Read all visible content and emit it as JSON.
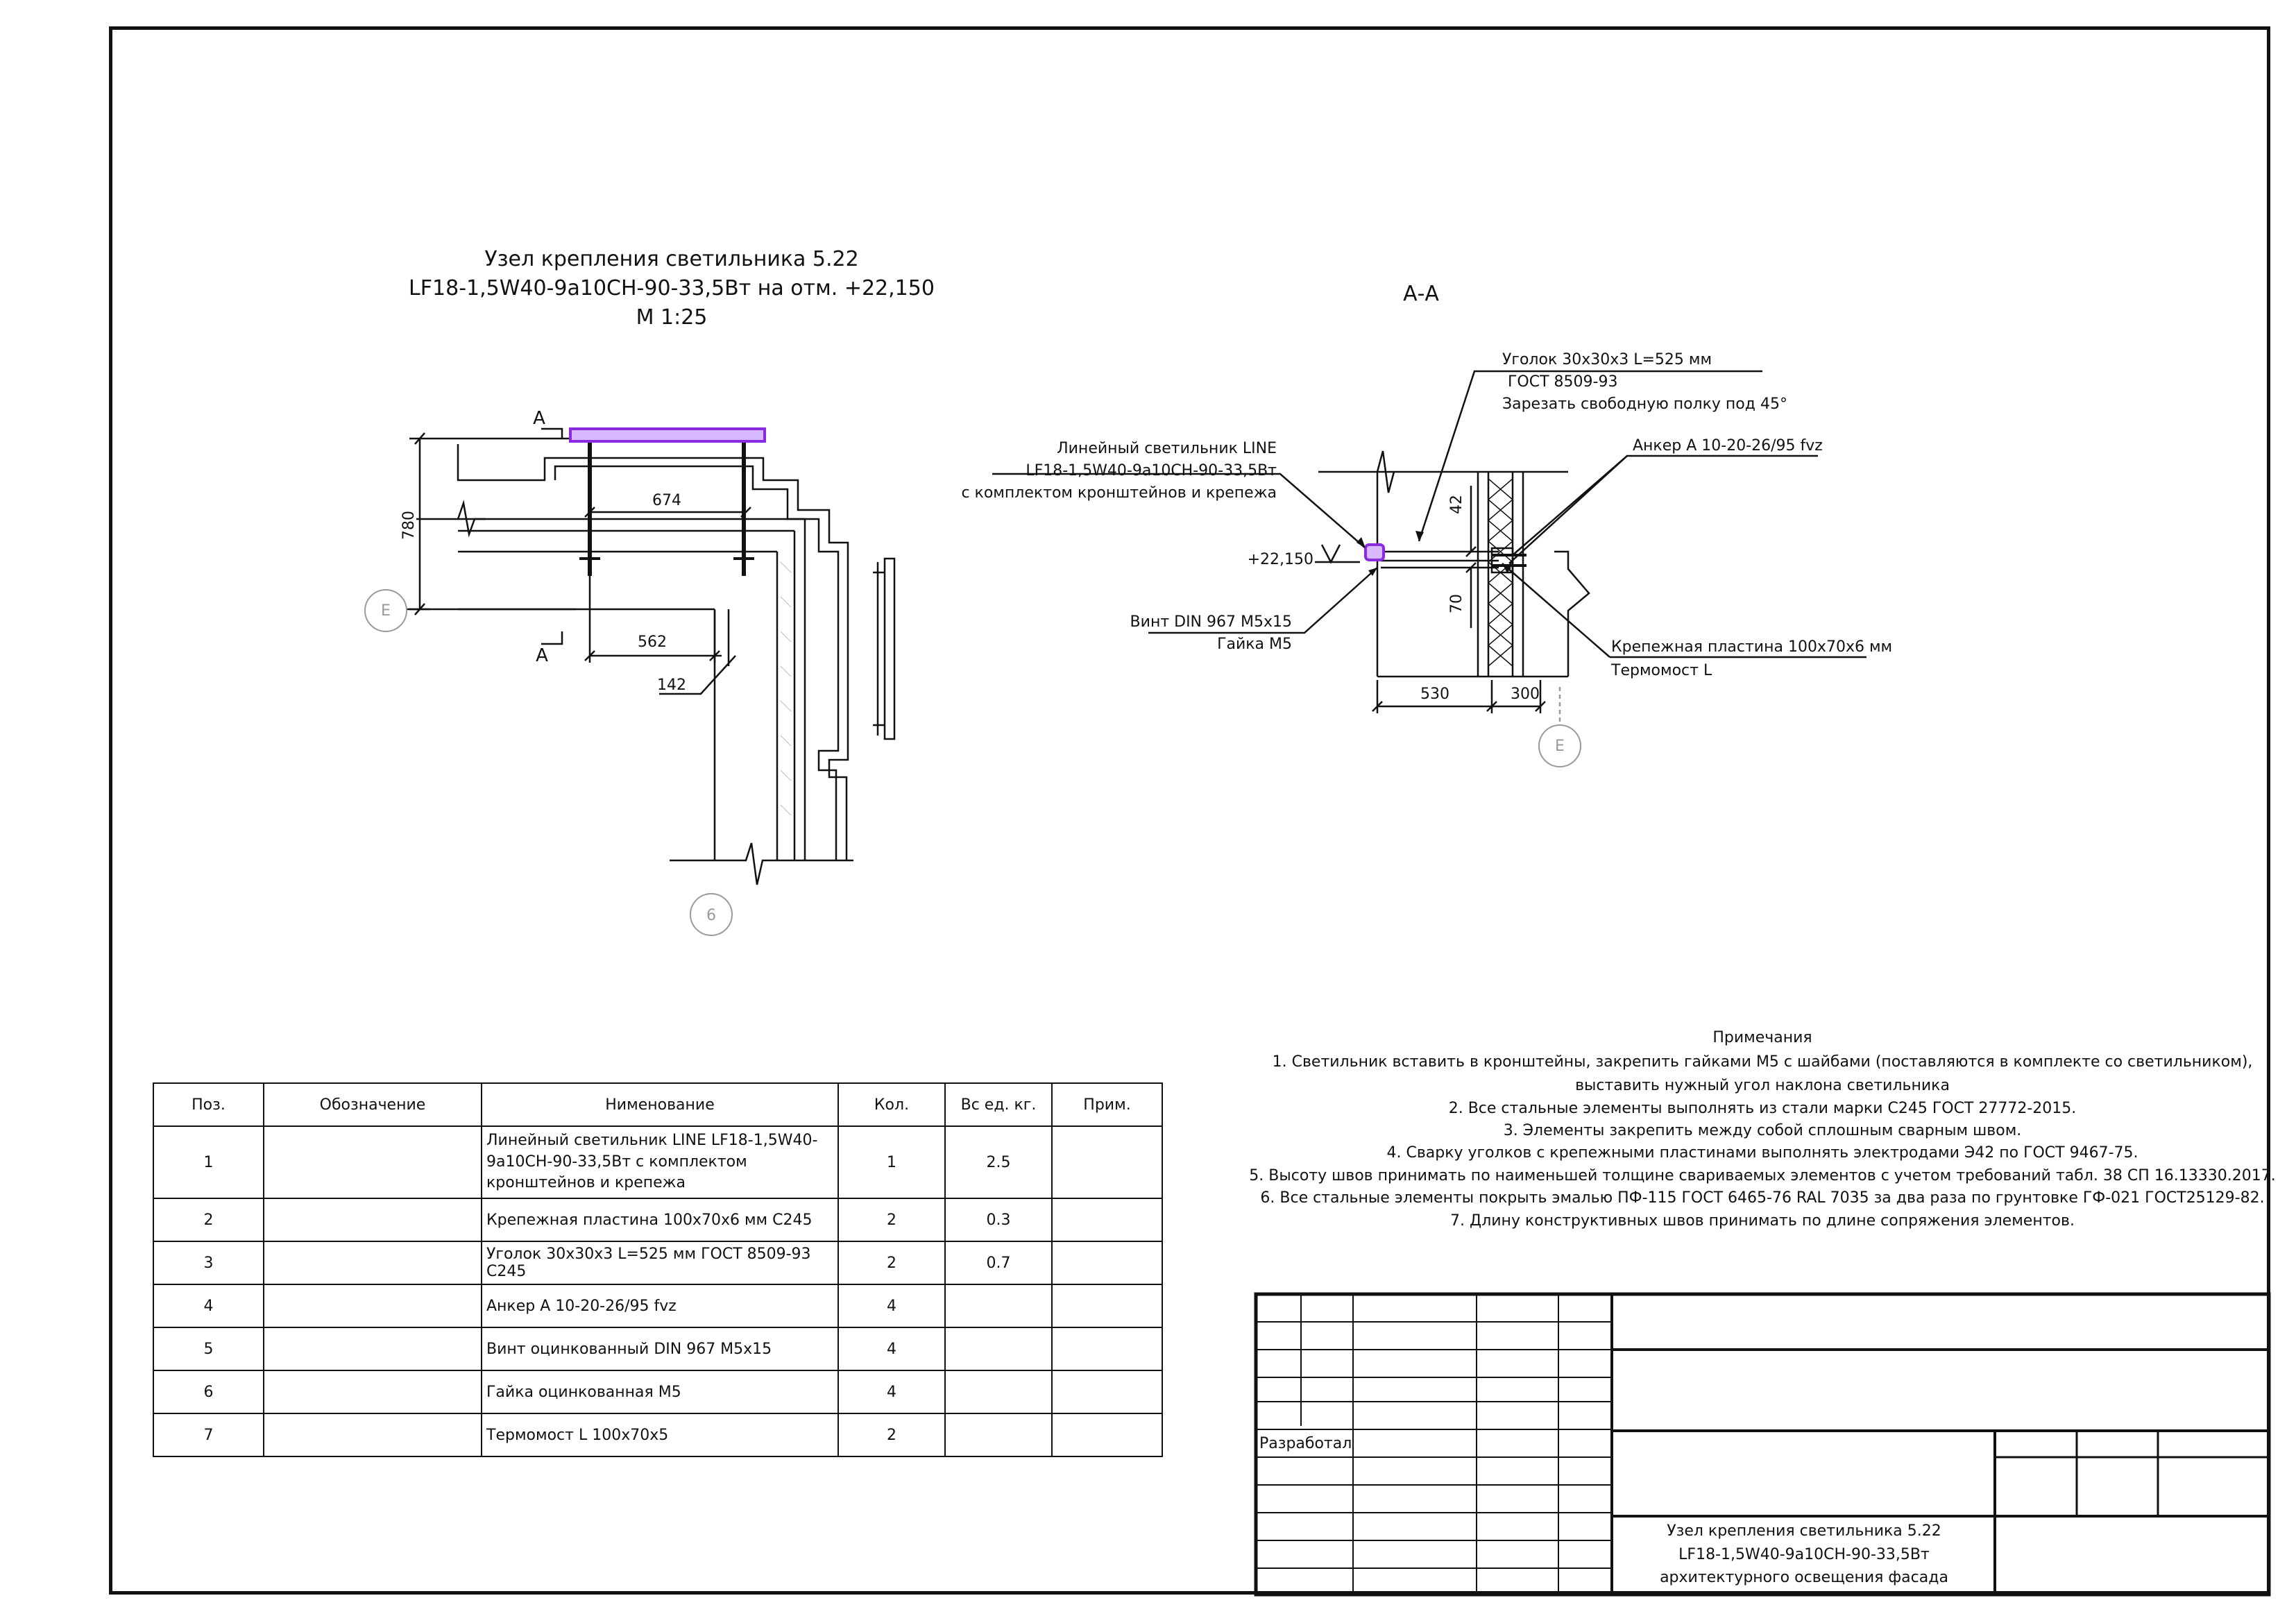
{
  "drawing": {
    "title_lines": [
      "Узел крепления светильника 5.22",
      "LF18-1,5W40-9a10CH-90-33,5Bт на отм. +22,150",
      "М 1:25"
    ],
    "section_mark": "А",
    "dims": {
      "d780": "780",
      "d674": "674",
      "d562": "562",
      "d142": "142"
    },
    "axes": {
      "e": "Е",
      "six": "6"
    }
  },
  "section": {
    "title": "А-А",
    "callout_angle": [
      "Уголок 30х30х3 L=525 мм",
      "ГОСТ 8509-93",
      "Зарезать свободную полку под 45°"
    ],
    "callout_anchor": "Анкер А 10-20-26/95 fvz",
    "callout_lamp": [
      "Линейный светильник LINE",
      "LF18-1,5W40-9a10CH-90-33,5Bт",
      "с комплектом кронштейнов и крепежа"
    ],
    "elevation": "+22,150",
    "callout_screw": [
      "Винт DIN 967 M5x15",
      "Гайка М5"
    ],
    "callout_plate": [
      "Крепежная пластина 100х70х6 мм",
      "Термомост L"
    ],
    "dims": {
      "d42": "42",
      "d70": "70",
      "d530": "530",
      "d300": "300"
    },
    "axis": "Е"
  },
  "notes": {
    "title": "Примечания",
    "lines": [
      "1.      Светильник вставить в кронштейны, закрепить гайками М5 с шайбами (поставляются в комплекте со светильником),",
      "выставить нужный угол наклона светильника",
      "2.      Все стальные элементы выполнять из стали марки С245 ГОСТ 27772-2015.",
      "3.      Элементы закрепить между собой сплошным сварным швом.",
      "4.      Сварку уголков с крепежными пластинами выполнять электродами Э42 по ГОСТ 9467-75.",
      "5.      Высоту швов принимать по наименьшей толщине свариваемых элементов с учетом требований табл. 38 СП 16.13330.2017.",
      "6.      Все стальные элементы покрыть эмалью ПФ-115 ГОСТ 6465-76 RAL 7035 за два раза по грунтовке ГФ-021 ГОСТ25129-82.",
      "7.      Длину конструктивных швов принимать по длине сопряжения элементов."
    ]
  },
  "spec_table": {
    "headers": [
      "Поз.",
      "Обозначение",
      "Нименование",
      "Кол.",
      "Вс ед. кг.",
      "Прим."
    ],
    "rows": [
      {
        "pos": "1",
        "code": "",
        "name": "Линейный светильник LINE LF18-1,5W40-9a10CH-90-33,5Bт с комплектом кронштейнов и крепежа",
        "qty": "1",
        "mass": "2.5",
        "note": ""
      },
      {
        "pos": "2",
        "code": "",
        "name": "Крепежная пластина 100х70х6 мм  С245",
        "qty": "2",
        "mass": "0.3",
        "note": ""
      },
      {
        "pos": "3",
        "code": "",
        "name": "Уголок 30х30х3 L=525 мм  ГОСТ 8509-93 С245",
        "qty": "2",
        "mass": "0.7",
        "note": ""
      },
      {
        "pos": "4",
        "code": "",
        "name": "Анкер А 10-20-26/95 fvz",
        "qty": "4",
        "mass": "",
        "note": ""
      },
      {
        "pos": "5",
        "code": "",
        "name": "Винт оцинкованный DIN 967 M5x15",
        "qty": "4",
        "mass": "",
        "note": ""
      },
      {
        "pos": "6",
        "code": "",
        "name": "Гайка оцинкованная М5",
        "qty": "4",
        "mass": "",
        "note": ""
      },
      {
        "pos": "7",
        "code": "",
        "name": "Термомост L 100х70х5",
        "qty": "2",
        "mass": "",
        "note": ""
      }
    ]
  },
  "title_block": {
    "developed_by": "Разработал",
    "sheet_title": [
      "Узел крепления светильника 5.22",
      "LF18-1,5W40-9a10CH-90-33,5Bт",
      "архитектурного освещения фасада"
    ]
  },
  "colors": {
    "line": "#111111",
    "lamp": "#8a2be2",
    "axis": "#9a9a9a"
  }
}
